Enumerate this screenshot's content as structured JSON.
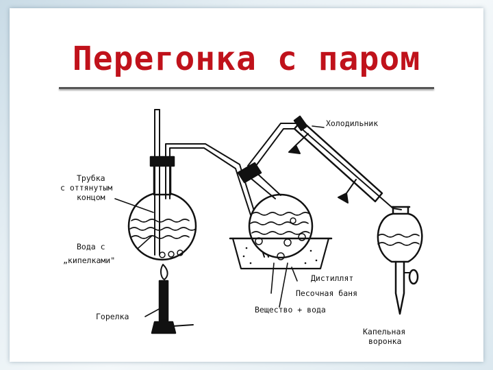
{
  "title": "Перегонка с паром",
  "labels": {
    "condenser": "Холодильник",
    "tube_line1": "Трубка",
    "tube_line2": "с оттянутым",
    "tube_line3": "концом",
    "water_line1": "Вода с",
    "water_line2": "„кипелками\"",
    "burner": "Горелка",
    "distillate": "Дистиллят",
    "sand_bath": "Песочная баня",
    "substance_water": "Вещество + вода",
    "funnel_line1": "Капельная",
    "funnel_line2": "воронка"
  },
  "colors": {
    "title": "#c0121b",
    "ink": "#111111"
  }
}
